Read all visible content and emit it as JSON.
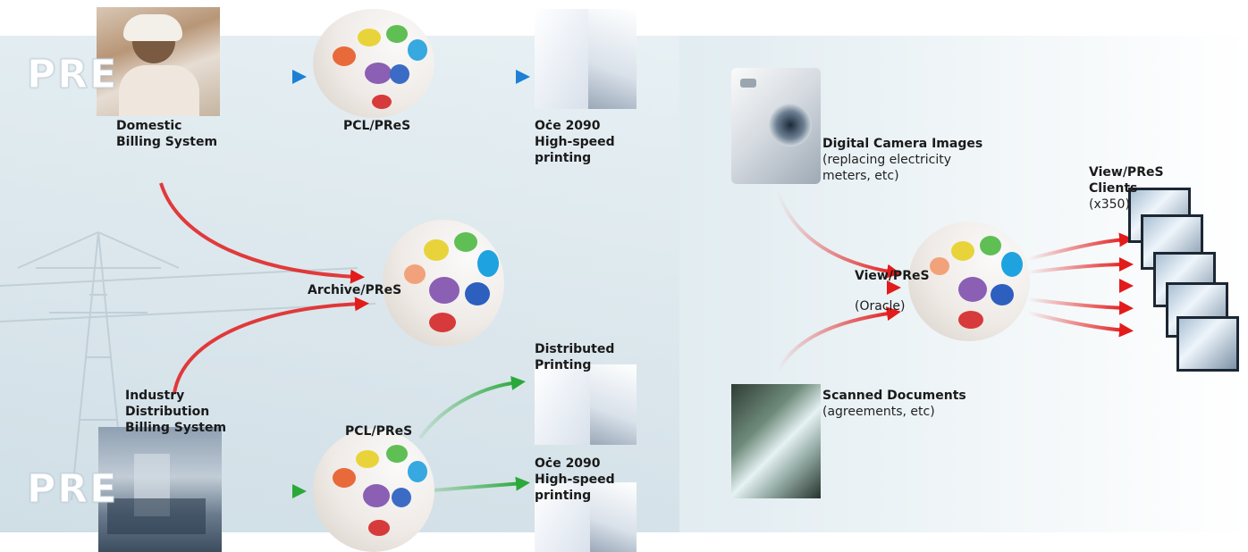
{
  "pre_top": "PRE",
  "pre_bottom": "PRE",
  "labels": {
    "domestic_billing": [
      "Domestic",
      "Billing System"
    ],
    "pcl_pres_top": "PCL/PReS",
    "oce_top": [
      "Oċe 2090",
      "High-speed",
      "printing"
    ],
    "digital_camera": "Digital Camera Images",
    "digital_camera_sub": [
      "(replacing electricity",
      "meters, etc)"
    ],
    "view_pres_clients": [
      "View/PReS",
      "Clients"
    ],
    "view_pres_clients_count": "(x350)",
    "archive_pres": "Archive/PReS",
    "view_pres": "View/PReS",
    "oracle": "(Oracle)",
    "distributed_printing": [
      "Distributed",
      "Printing"
    ],
    "industry_billing": [
      "Industry",
      "Distribution",
      "Billing System"
    ],
    "pcl_pres_bottom": "PCL/PReS",
    "oce_bottom": [
      "Oċe 2090",
      "High-speed",
      "printing"
    ],
    "scanned_documents": "Scanned Documents",
    "scanned_documents_sub": "(agreements, etc)"
  },
  "colors": {
    "arrow_blue": "#1d7fd6",
    "arrow_red": "#e21b1b",
    "arrow_green": "#2aa83a",
    "band": "#dfeaf0"
  }
}
